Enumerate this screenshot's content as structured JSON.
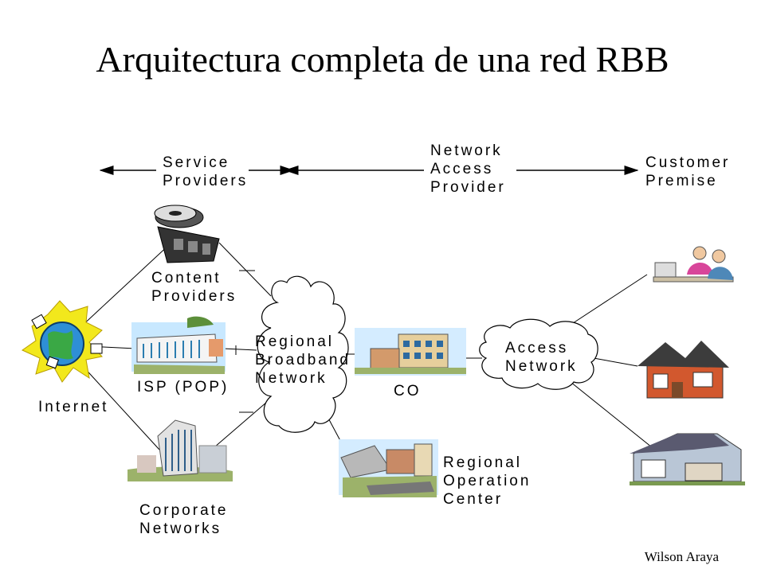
{
  "title": "Arquitectura completa de una red RBB",
  "footer": "Wilson Araya",
  "zones": {
    "service_providers": [
      "Service",
      "Providers"
    ],
    "network_access_provider": [
      "Network",
      "Access",
      "Provider"
    ],
    "customer_premise": [
      "Customer",
      "Premise"
    ]
  },
  "nodes": {
    "content_providers": [
      "Content",
      "Providers"
    ],
    "isp_pop": [
      "ISP (POP)"
    ],
    "internet": [
      "Internet"
    ],
    "corporate_networks": [
      "Corporate",
      "Networks"
    ],
    "regional_broadband_network": [
      "Regional",
      "Broadband",
      "Network"
    ],
    "co": [
      "CO"
    ],
    "access_network": [
      "Access",
      "Network"
    ],
    "regional_operation_center": [
      "Regional",
      "Operation",
      "Center"
    ]
  },
  "icons": [
    "globe-icon",
    "film-reel-icon",
    "isp-building-icon",
    "corporate-building-icon",
    "central-office-icon",
    "operation-center-icon",
    "office-workers-icon",
    "house-icon",
    "suburban-house-icon"
  ]
}
